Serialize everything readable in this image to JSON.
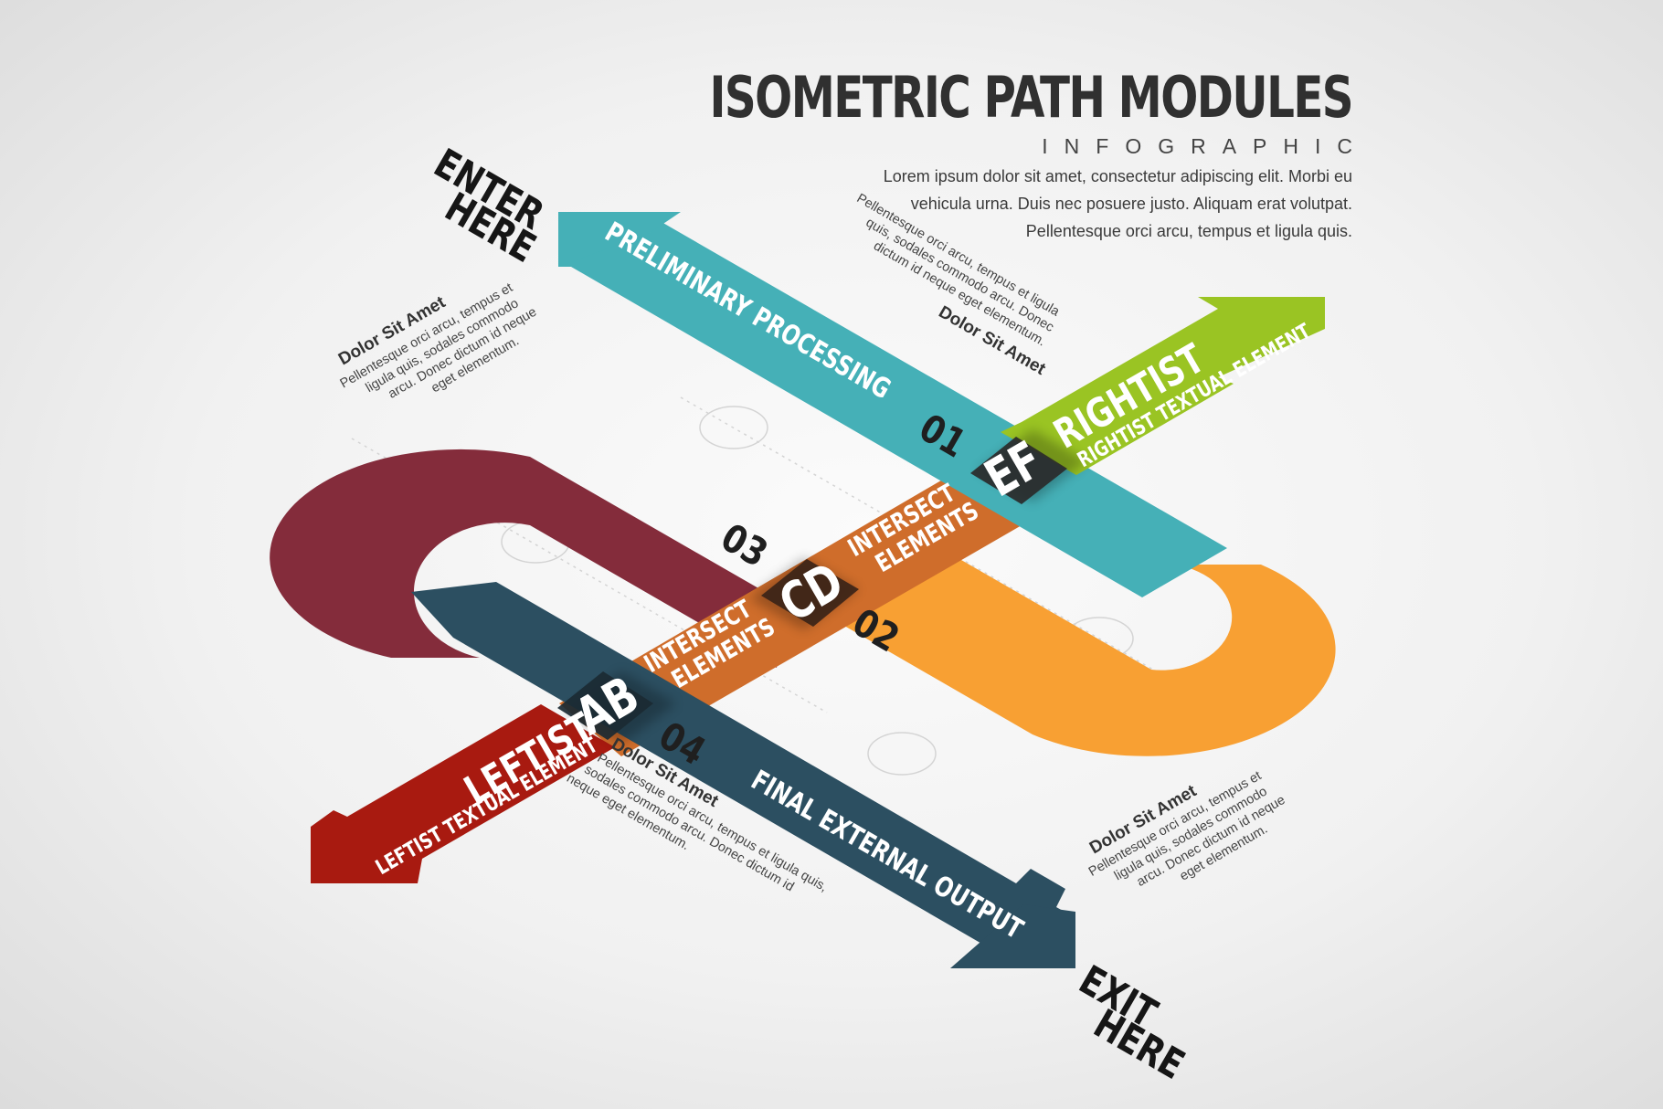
{
  "header": {
    "title": "ISOMETRIC PATH MODULES",
    "subtitle": "INFOGRAPHIC",
    "intro": "Lorem ipsum dolor sit amet, consectetur adipiscing elit. Morbi eu vehicula urna. Duis nec posuere justo. Aliquam erat volutpat. Pellentesque orci arcu, tempus et ligula quis."
  },
  "signs": {
    "enter": [
      "ENTER",
      "HERE"
    ],
    "exit": [
      "EXIT",
      "HERE"
    ]
  },
  "bands": {
    "preliminary": "PRELIMINARY PROCESSING",
    "final": "FINAL EXTERNAL OUTPUT",
    "intersect_upper": [
      "INTERSECT",
      "ELEMENTS"
    ],
    "intersect_lower": [
      "INTERSECT",
      "ELEMENTS"
    ],
    "rightist": [
      "RIGHTIST",
      "RIGHTIST TEXTUAL ELEMENT"
    ],
    "leftist": [
      "LEFTIST",
      "LEFTIST TEXTUAL ELEMENT"
    ]
  },
  "steps": [
    "01",
    "02",
    "03",
    "04"
  ],
  "codes": [
    "EF",
    "CD",
    "AB"
  ],
  "notes": [
    {
      "heading": "Dolor Sit Amet",
      "lines": [
        "Pellentesque orci arcu, tempus et",
        "ligula quis, sodales commodo",
        "arcu. Donec dictum id neque",
        "eget elementum."
      ]
    },
    {
      "heading": "Dolor Sit Amet",
      "lines": [
        "Pellentesque orci arcu, tempus et ligula",
        "quis, sodales commodo arcu. Donec",
        "dictum id neque eget elementum."
      ]
    },
    {
      "heading": "Dolor Sit Amet",
      "lines": [
        "Pellentesque orci arcu, tempus et ligula quis,",
        "sodales commodo arcu. Donec dictum id",
        "neque eget elementum."
      ]
    },
    {
      "heading": "Dolor Sit Amet",
      "lines": [
        "Pellentesque orci arcu, tempus et",
        "ligula quis, sodales commodo",
        "arcu. Donec dictum id neque",
        "eget elementum."
      ]
    }
  ],
  "colors": {
    "teal": "#45b0b7",
    "green": "#9ac423",
    "maroon": "#842c3b",
    "orange": "#f8a033",
    "orange_dark": "#cf6d2b",
    "navy": "#2c4f61",
    "red": "#a81a10",
    "dark_square": "#2a2a2a"
  }
}
